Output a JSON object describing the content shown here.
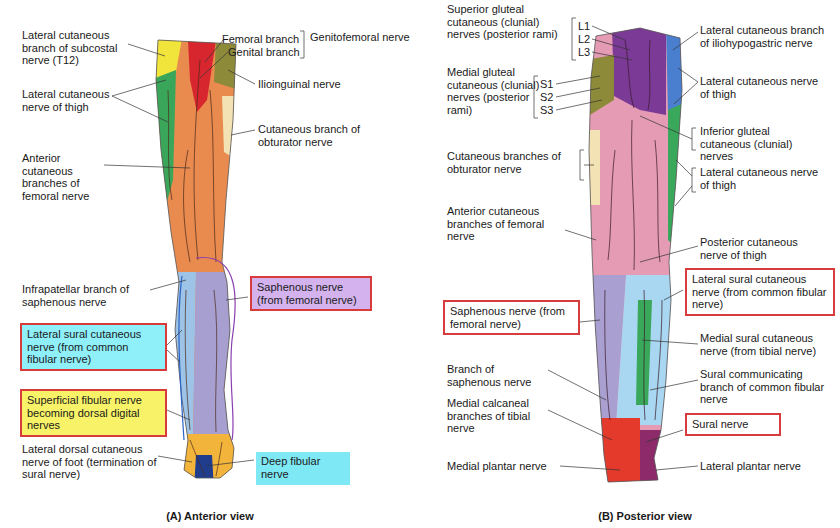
{
  "diagram": {
    "nodes": [
      {
        "text": [
          "Saphenous nerve (from femoral nerve)"
        ]
      },
      {
        "text": [
          "Lateral sural cutaneous nerve (from common fibular nerve)"
        ]
      },
      {
        "text": [
          "Superficial fibular nerve becoming dorsal digital nerves"
        ]
      },
      {
        "text": [
          "Deep fibular nerve"
        ]
      },
      {
        "text": [
          "Lateral sural cutaneous nerve (from common fibular nerve)"
        ]
      },
      {
        "text": [
          "Saphenous nerve (from femoral nerve)"
        ]
      },
      {
        "text": [
          "Sural nerve"
        ]
      }
    ],
    "labels": [
      "Lateral cutaneous branch of subcostal nerve (T12)",
      "Femoral branch",
      "Genital branch",
      "Genitofemoral nerve",
      "Lateral cutaneous nerve of thigh",
      "Ilioinguinal nerve",
      "Cutaneous branch of obturator nerve",
      "Anterior cutaneous branches of femoral nerve",
      "Infrapatellar branch of saphenous nerve",
      "Lateral dorsal cutaneous nerve of foot (termination of sural nerve)",
      "(A) Anterior view",
      "Superior gluteal cutaneous (clunial) nerves (posterior rami)",
      "L1",
      "L2",
      "L3",
      "Medial gluteal cutaneous (clunial) nerves (posterior rami)",
      "S1",
      "S2",
      "S3",
      "Lateral cutaneous branch of iliohypogastric nerve",
      "Lateral cutaneous nerve of thigh",
      "Inferior gluteal cutaneous (clunial) nerves",
      "Lateral cutaneous nerve of thigh",
      "Cutaneous branches of obturator nerve",
      "Anterior cutaneous branches of femoral nerve",
      "Posterior cutaneous nerve of thigh",
      "Medial sural cutaneous nerve (from tibial nerve)",
      "Branch of saphenous nerve",
      "Sural communicating branch of common fibular nerve",
      "Medial calcaneal branches of tibial nerve",
      "Medial plantar nerve",
      "Lateral plantar nerve",
      "(B) Posterior view"
    ]
  }
}
